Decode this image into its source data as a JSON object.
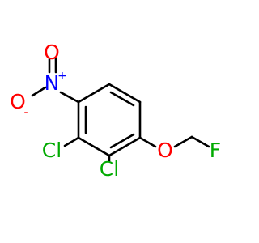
{
  "molecule": {
    "atoms": {
      "o_top": {
        "symbol": "O",
        "color": "#ff0000"
      },
      "n_nitro": {
        "symbol": "N",
        "color": "#0000ff",
        "charge": "+"
      },
      "o_left": {
        "symbol": "O",
        "color": "#ff0000",
        "charge": "-"
      },
      "cl_upper": {
        "symbol": "Cl",
        "color": "#00aa00"
      },
      "cl_lower": {
        "symbol": "Cl",
        "color": "#00aa00"
      },
      "o_ether": {
        "symbol": "O",
        "color": "#ff0000"
      },
      "f": {
        "symbol": "F",
        "color": "#00aa00"
      }
    },
    "bond_color": "#000000"
  }
}
